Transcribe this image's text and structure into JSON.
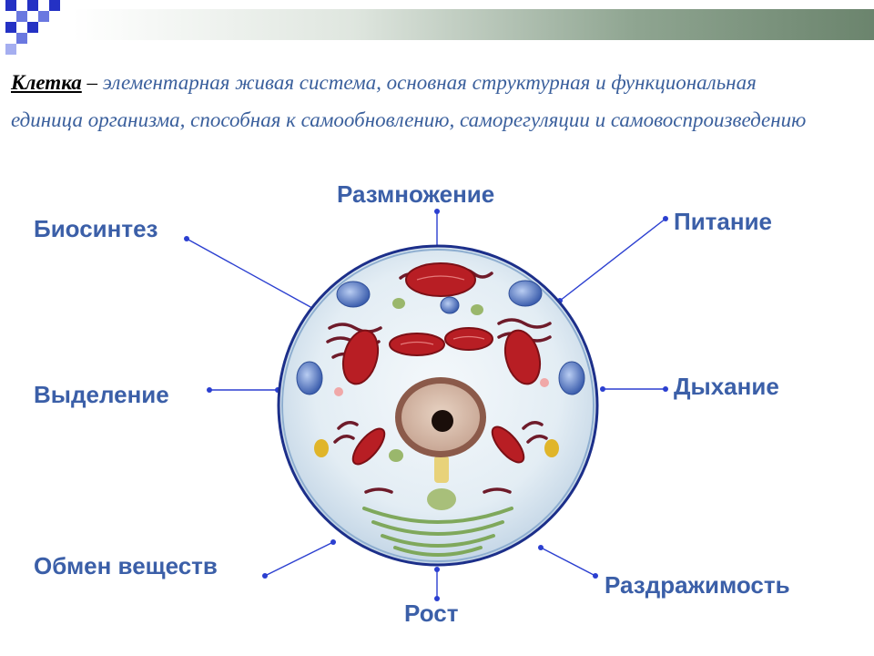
{
  "slide": {
    "definition": {
      "term": "Клетка",
      "dash": " – ",
      "text": "элементарная живая система, основная структурная и функциональная единица организма, способная к самообновлению, саморегуляции и самовоспроизведению"
    },
    "labels": {
      "reproduction": "Размножение",
      "biosynthesis": "Биосинтез",
      "nutrition": "Питание",
      "excretion": "Выделение",
      "respiration": "Дыхание",
      "metabolism": "Обмен веществ",
      "irritability": "Раздражимость",
      "growth": "Рост"
    }
  },
  "colors": {
    "label": "#3b5fa8",
    "definition_text": "#3a5f9c",
    "connector": "#2b3fd0",
    "cell_rim": "#1c2f8a",
    "mitochondria": "#b81e24",
    "nucleus": "#8b5a4a"
  }
}
